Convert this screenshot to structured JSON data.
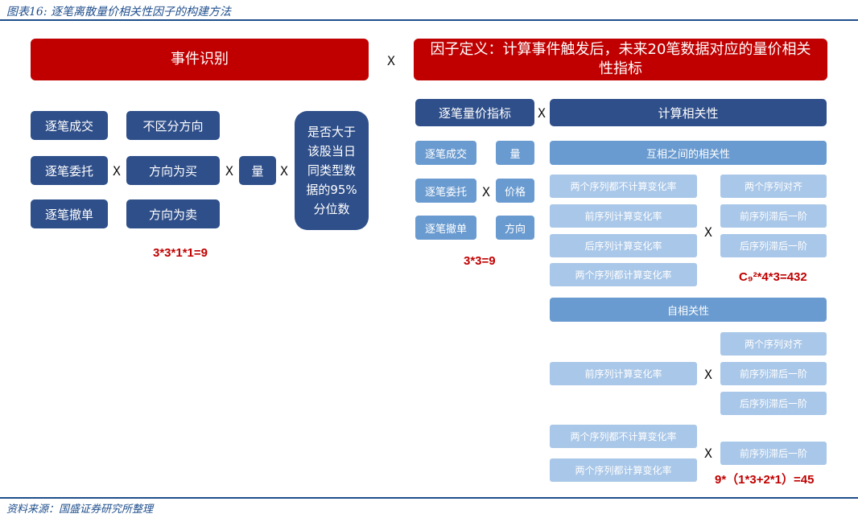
{
  "title": "图表16: 逐笔离散量价相关性因子的构建方法",
  "source": "资料来源：国盛证券研究所整理",
  "left": {
    "header": "事件识别",
    "types": [
      "逐笔成交",
      "逐笔委托",
      "逐笔撤单"
    ],
    "directions": [
      "不区分方向",
      "方向为买",
      "方向为卖"
    ],
    "volume": "量",
    "threshold": "是否大于该股当日同类型数据的95%分位数",
    "formula": "3*3*1*1=9"
  },
  "between_x": "X",
  "right": {
    "header": "因子定义：计算事件触发后，未来20笔数据对应的量价相关性指标",
    "metric_header": "逐笔量价指标",
    "corr_header": "计算相关性",
    "types": [
      "逐笔成交",
      "逐笔委托",
      "逐笔撤单"
    ],
    "measures": [
      "量",
      "价格",
      "方向"
    ],
    "formula1": "3*3=9",
    "cross_header": "互相之间的相关性",
    "cross_left": [
      "两个序列都不计算变化率",
      "前序列计算变化率",
      "后序列计算变化率",
      "两个序列都计算变化率"
    ],
    "cross_right": [
      "两个序列对齐",
      "前序列滞后一阶",
      "后序列滞后一阶"
    ],
    "formula2": "C₉²*4*3=432",
    "auto_header": "自相关性",
    "auto_left1": "前序列计算变化率",
    "auto_right1": [
      "两个序列对齐",
      "前序列滞后一阶",
      "后序列滞后一阶"
    ],
    "auto_left2": [
      "两个序列都不计算变化率",
      "两个序列都计算变化率"
    ],
    "auto_right2": "前序列滞后一阶",
    "formula3": "9*（1*3+2*1）=45"
  }
}
